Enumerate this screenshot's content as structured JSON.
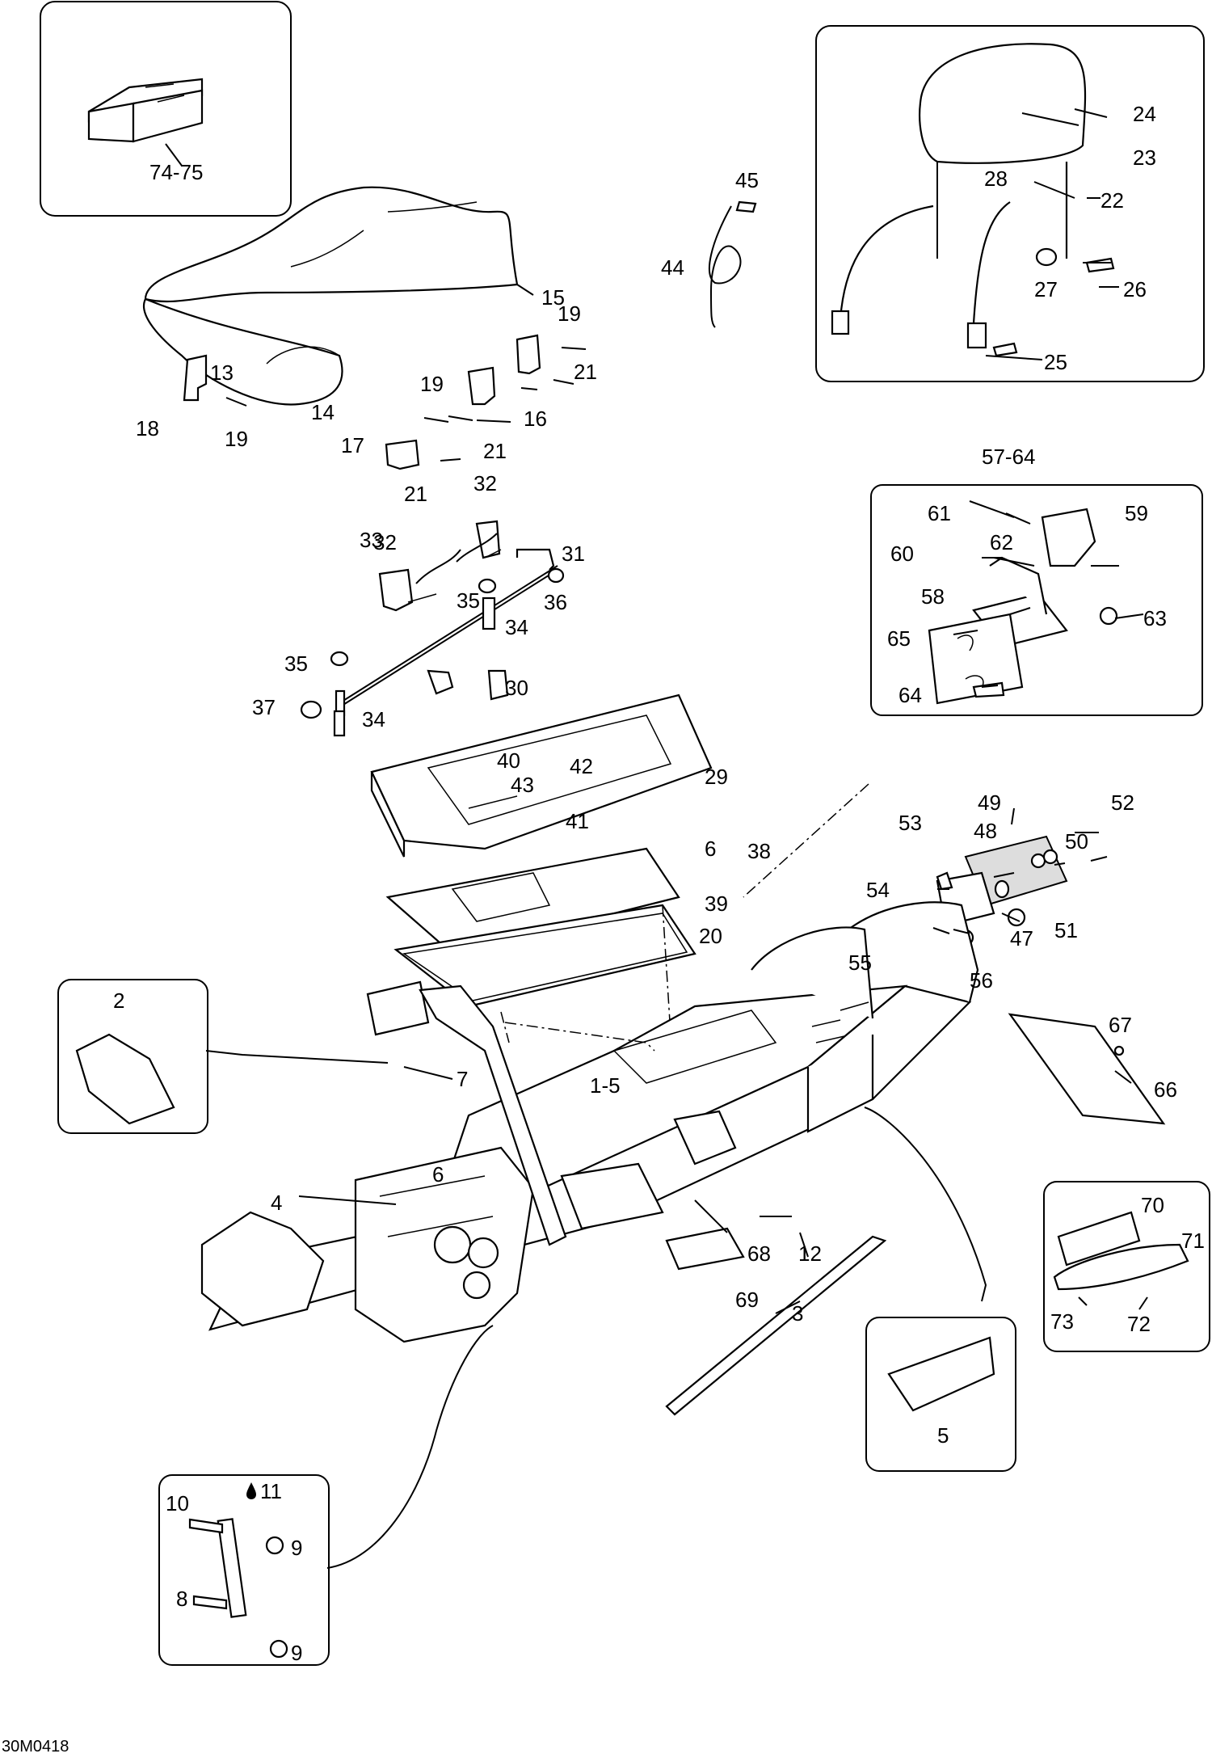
{
  "diagram_code": "30M0418",
  "labels": {
    "l1_5": "1-5",
    "l2": "2",
    "l3": "3",
    "l4": "4",
    "l5": "5",
    "l6a": "6",
    "l6b": "6",
    "l7": "7",
    "l8": "8",
    "l9a": "9",
    "l9b": "9",
    "l10": "10",
    "l11": "11",
    "l12": "12",
    "l13": "13",
    "l14": "14",
    "l15": "15",
    "l16": "16",
    "l17": "17",
    "l18": "18",
    "l19a": "19",
    "l19b": "19",
    "l19c": "19",
    "l20": "20",
    "l21a": "21",
    "l21b": "21",
    "l21c": "21",
    "l22": "22",
    "l23": "23",
    "l24": "24",
    "l25": "25",
    "l26": "26",
    "l27": "27",
    "l28": "28",
    "l29": "29",
    "l30": "30",
    "l31": "31",
    "l32a": "32",
    "l32b": "32",
    "l33": "33",
    "l34a": "34",
    "l34b": "34",
    "l35a": "35",
    "l35b": "35",
    "l36": "36",
    "l37": "37",
    "l38": "38",
    "l39": "39",
    "l40": "40",
    "l41": "41",
    "l42": "42",
    "l43": "43",
    "l44": "44",
    "l45": "45",
    "l47": "47",
    "l48": "48",
    "l49": "49",
    "l50": "50",
    "l51": "51",
    "l52": "52",
    "l53": "53",
    "l54": "54",
    "l55": "55",
    "l56": "56",
    "l57_64": "57-64",
    "l58": "58",
    "l59": "59",
    "l60": "60",
    "l61": "61",
    "l62": "62",
    "l63": "63",
    "l64": "64",
    "l65": "65",
    "l66": "66",
    "l67": "67",
    "l68": "68",
    "l69": "69",
    "l70": "70",
    "l71": "71",
    "l72": "72",
    "l73": "73",
    "l74_75": "74-75"
  }
}
